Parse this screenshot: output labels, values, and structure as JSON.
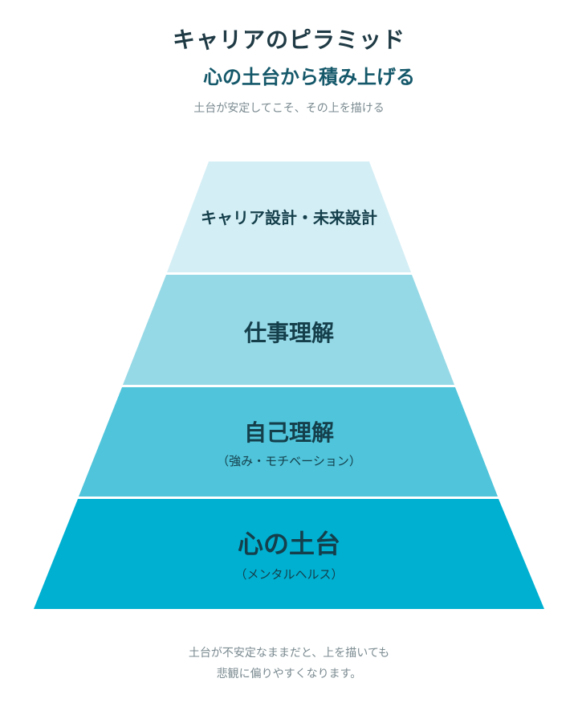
{
  "header": {
    "title": "キャリアのピラミッド",
    "subtitle": "心の土台から積み上げる",
    "tagline": "土台が安定してこそ、その上を描ける"
  },
  "pyramid": {
    "levels": [
      {
        "label": "キャリア設計・未来設計",
        "sublabel": "",
        "color": "#d4eef5"
      },
      {
        "label": "仕事理解",
        "sublabel": "",
        "color": "#96d9e6"
      },
      {
        "label": "自己理解",
        "sublabel": "（強み・モチベーション）",
        "color": "#4fc4da"
      },
      {
        "label": "心の土台",
        "sublabel": "（メンタルヘルス）",
        "color": "#00b0d1"
      }
    ],
    "text_color": "#143f4b"
  },
  "footer": {
    "line1": "土台が不安定なままだと、上を描いても",
    "line2": "悲観に偏りやすくなります。"
  }
}
